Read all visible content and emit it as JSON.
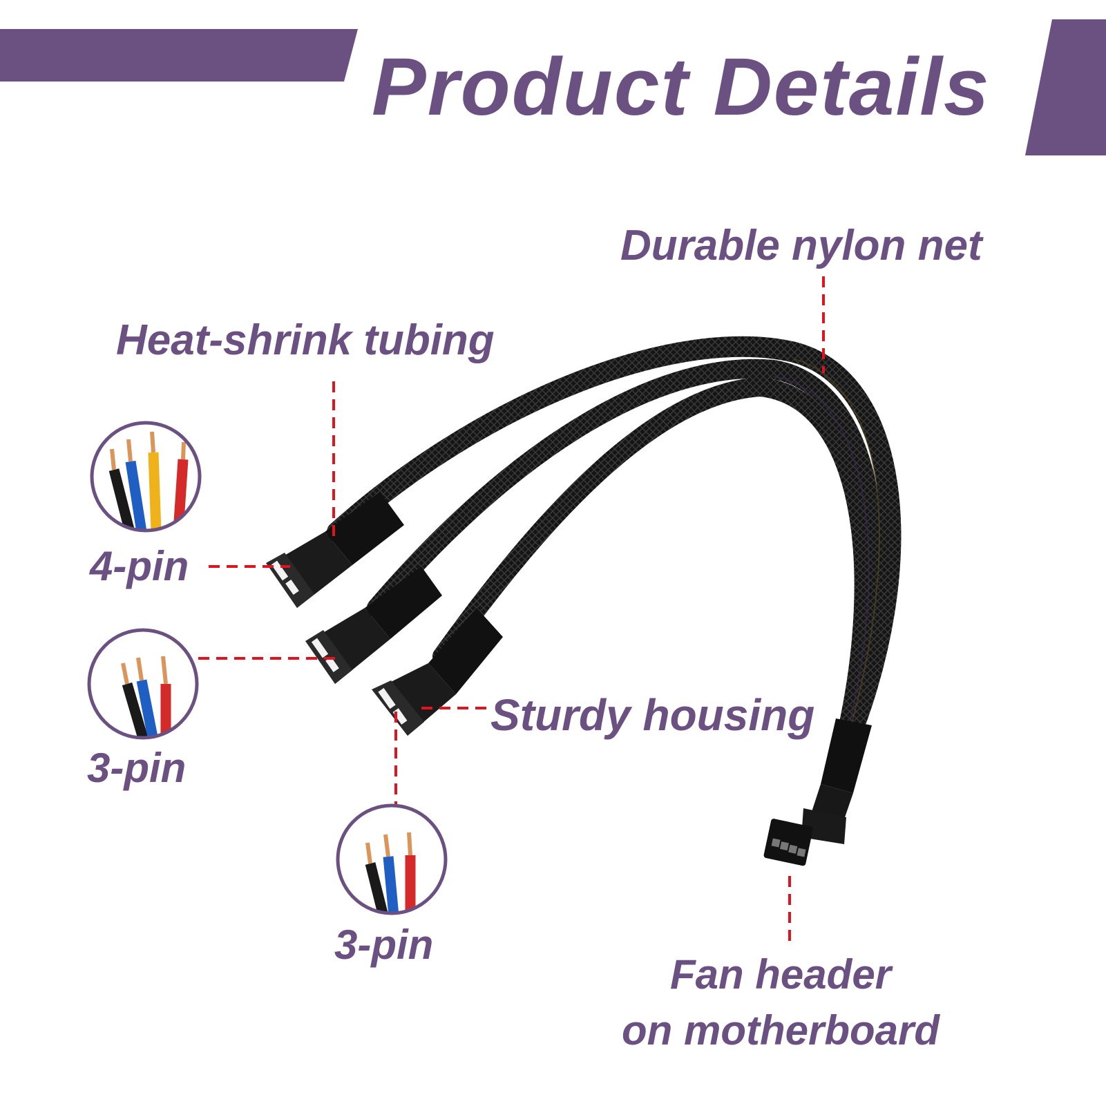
{
  "header": {
    "title": "Product Details"
  },
  "labels": {
    "nylon_net": "Durable nylon net",
    "heat_shrink": "Heat-shrink tubing",
    "four_pin": "4-pin",
    "three_pin_a": "3-pin",
    "three_pin_b": "3-pin",
    "sturdy_housing": "Sturdy housing",
    "fan_header_line1": "Fan header",
    "fan_header_line2": "on motherboard"
  },
  "colors": {
    "accent": "#6b5181",
    "leader_line": "#e0141e",
    "cable": "#141414",
    "wire_black": "#1a1a1a",
    "wire_blue": "#1f5fc4",
    "wire_yellow": "#f0b21a",
    "wire_red": "#d42a2a",
    "copper": "#d9955a"
  },
  "wires": {
    "four_pin": [
      "wire_black",
      "wire_blue",
      "wire_yellow",
      "wire_red"
    ],
    "three_pin": [
      "wire_black",
      "wire_blue",
      "wire_red"
    ]
  }
}
